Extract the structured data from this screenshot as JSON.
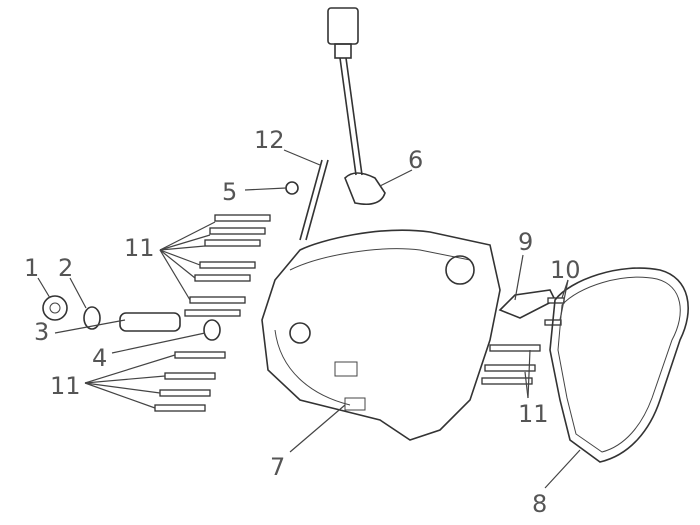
{
  "diagram": {
    "type": "exploded-parts-view",
    "callouts": [
      {
        "id": "c1",
        "label": "1"
      },
      {
        "id": "c2",
        "label": "2"
      },
      {
        "id": "c3",
        "label": "3"
      },
      {
        "id": "c4",
        "label": "4"
      },
      {
        "id": "c5",
        "label": "5"
      },
      {
        "id": "c6",
        "label": "6"
      },
      {
        "id": "c7",
        "label": "7"
      },
      {
        "id": "c8",
        "label": "8"
      },
      {
        "id": "c9",
        "label": "9"
      },
      {
        "id": "c10",
        "label": "10"
      },
      {
        "id": "c11a",
        "label": "11"
      },
      {
        "id": "c11b",
        "label": "11"
      },
      {
        "id": "c11c",
        "label": "11"
      },
      {
        "id": "c12",
        "label": "12"
      }
    ]
  }
}
